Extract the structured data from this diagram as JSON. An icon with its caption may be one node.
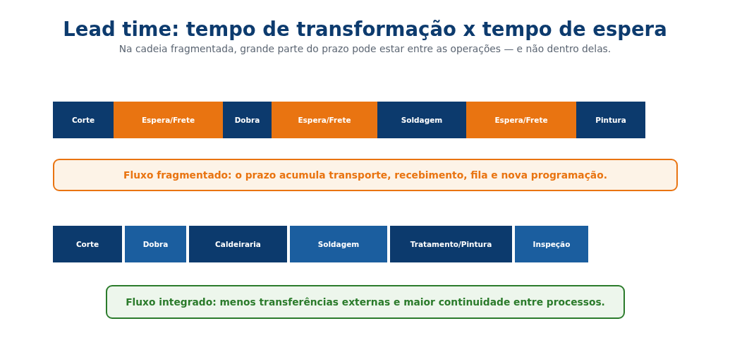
{
  "diagram": {
    "title": "Lead time: tempo de transformação x tempo de espera",
    "nodes": [
      {
        "text": [
          "Corte"
        ]
      },
      {
        "text": [
          "Espera/Frete"
        ]
      },
      {
        "text": [
          "Dobra"
        ]
      },
      {
        "text": [
          "Espera/Frete"
        ]
      },
      {
        "text": [
          "Soldagem"
        ]
      },
      {
        "text": [
          "Espera/Frete"
        ]
      },
      {
        "text": [
          "Pintura"
        ]
      },
      {
        "text": [
          "Fluxo fragmentado: o prazo acumula transporte, recebimento, fila e nova programação."
        ]
      },
      {
        "text": [
          "Corte"
        ]
      },
      {
        "text": [
          "Dobra"
        ]
      },
      {
        "text": [
          "Caldeiraria"
        ]
      },
      {
        "text": [
          "Soldagem"
        ]
      },
      {
        "text": [
          "Tratamento/Pintura"
        ]
      },
      {
        "text": [
          "Inspeção"
        ]
      },
      {
        "text": [
          "Fluxo integrado: menos transferências externas e maior continuidade entre processos."
        ]
      }
    ],
    "labels": [
      "Na cadeia fragmentada, grande parte do prazo pode estar entre as operações — e não dentro delas."
    ]
  }
}
